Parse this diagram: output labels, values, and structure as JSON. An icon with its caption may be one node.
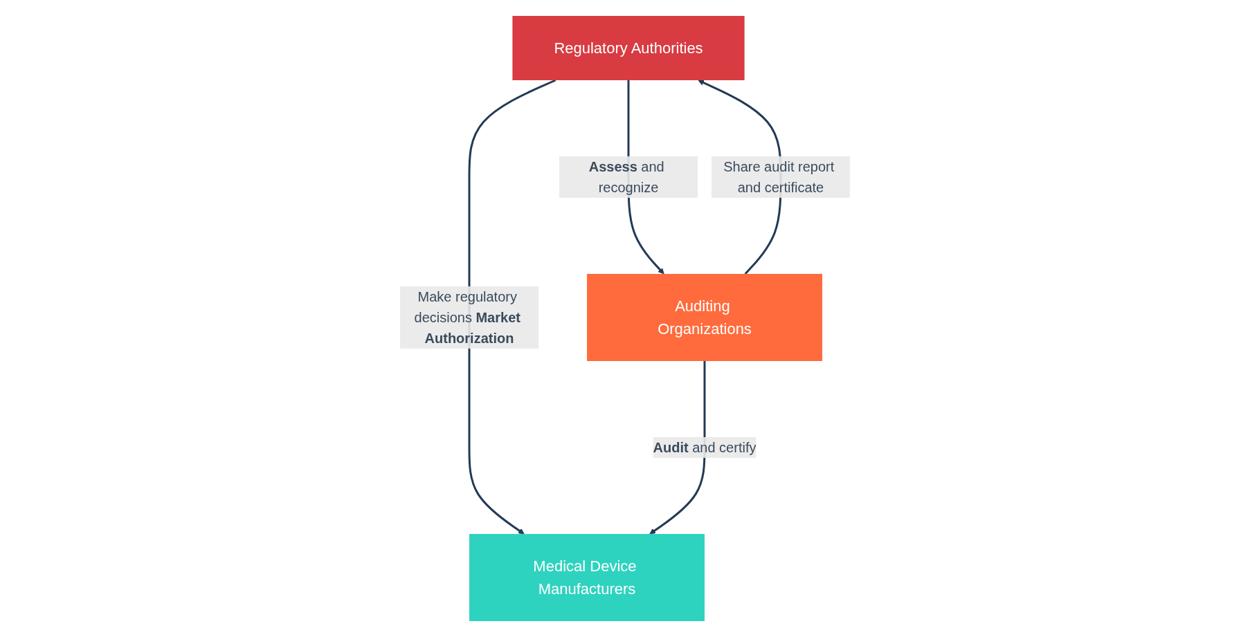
{
  "diagram": {
    "nodes": [
      {
        "text": [
          "Regulatory Authorities"
        ]
      },
      {
        "text": [
          "Auditing Organizations"
        ]
      },
      {
        "text": [
          "Medical Device Manufacturers"
        ]
      }
    ],
    "edges": [
      {
        "from": 0,
        "to": 1,
        "arrow": "to",
        "label": "**Assess** and recognize"
      },
      {
        "from": 0,
        "to": 2,
        "arrow": "to",
        "label": "Make regulatory decisions **Market Authorization**"
      },
      {
        "from": 1,
        "to": 0,
        "arrow": "to",
        "label": "Share audit report and certificate"
      },
      {
        "from": 1,
        "to": 2,
        "arrow": "to",
        "label": "**Audit** and certify"
      }
    ]
  }
}
